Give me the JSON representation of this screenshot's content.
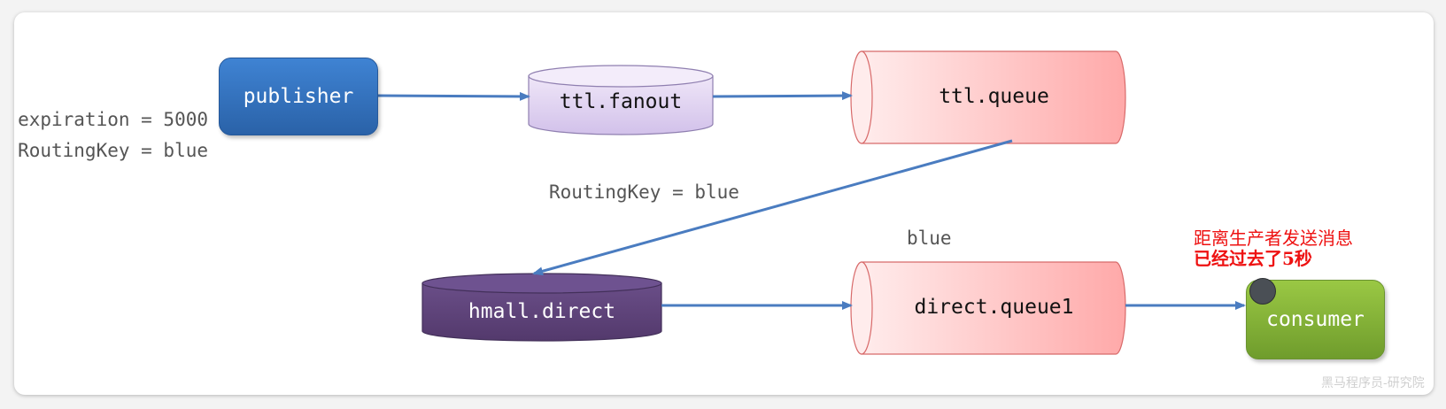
{
  "nodes": {
    "publisher": "publisher",
    "ttl_fanout": "ttl.fanout",
    "ttl_queue": "ttl.queue",
    "hmall_direct": "hmall.direct",
    "direct_queue1": "direct.queue1",
    "consumer": "consumer"
  },
  "labels": {
    "expiration": "expiration = 5000",
    "publisher_routing_key": "RoutingKey = blue",
    "dlx_routing_key": "RoutingKey = blue",
    "binding_key": "blue"
  },
  "note": {
    "line1": "距离生产者发送消息",
    "line2": "已经过去了5秒"
  },
  "watermark": "黑马程序员-研究院",
  "colors": {
    "arrow": "#4a7cc0",
    "publisher": "#3573c2",
    "fanout": "#ddd0ef",
    "queue": "#ffbcbc",
    "direct": "#5e4479",
    "consumer": "#86b43a",
    "note": "#ee1111"
  }
}
